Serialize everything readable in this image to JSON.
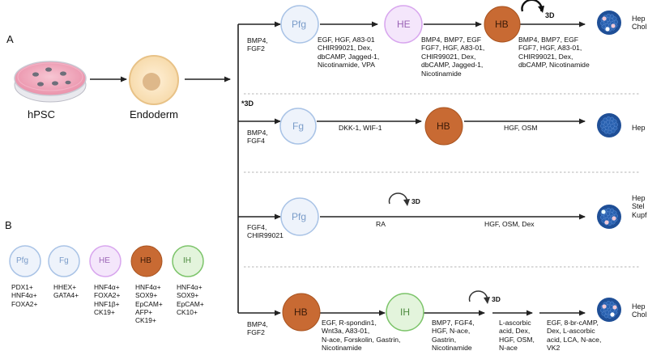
{
  "panels": {
    "a": "A",
    "b": "B"
  },
  "left": {
    "hpsc": "hPSC",
    "endoderm": "Endoderm"
  },
  "star3d": "*3D",
  "three_d": "3D",
  "rows": [
    {
      "start_factors": [
        "BMP4,",
        "FGF2"
      ],
      "nodes": [
        "Pfg",
        "HE",
        "HB"
      ],
      "f1": [
        "EGF, HGF, A83-01",
        "CHIR99021, Dex,",
        "dbCAMP, Jagged-1,",
        "Nicotinamide, VPA"
      ],
      "f2": [
        "BMP4, BMP7, EGF",
        "FGF7, HGF, A83-01,",
        "CHIR99021, Dex,",
        "dbCAMP, Jagged-1,",
        "Nicotinamide"
      ],
      "f3": [
        "BMP4, BMP7, EGF",
        "FGF7, HGF, A83-01,",
        "CHIR99021, Dex,",
        "dbCAMP, Nicotinamide"
      ],
      "end": [
        "Hep",
        "Chol"
      ]
    },
    {
      "start_factors": [
        "BMP4,",
        "FGF4"
      ],
      "nodes": [
        "Fg",
        "HB"
      ],
      "f1": "DKK-1, WIF-1",
      "f2": "HGF, OSM",
      "end": [
        "Hep"
      ]
    },
    {
      "start_factors": [
        "FGF4,",
        "CHIR99021"
      ],
      "nodes": [
        "Pfg"
      ],
      "f1": "RA",
      "f2": "HGF, OSM, Dex",
      "end": [
        "Hep",
        "Stel",
        "Kupf"
      ]
    },
    {
      "start_factors": [
        "BMP4,",
        "FGF2"
      ],
      "nodes": [
        "HB",
        "IH"
      ],
      "f1": [
        "EGF, R-spondin1,",
        "Wnt3a, A83-01,",
        "N-ace, Forskolin, Gastrin,",
        "Nicotinamide"
      ],
      "f2": [
        "BMP7, FGF4,",
        "HGF, N-ace,",
        "Gastrin,",
        "Nicotinamide"
      ],
      "f3": [
        "L-ascorbic",
        "acid, Dex,",
        "HGF, OSM,",
        "N-ace"
      ],
      "f4": [
        "EGF, 8-br-cAMP,",
        "Dex, L-ascorbic",
        "acid, LCA, N-ace,",
        "VK2"
      ],
      "end": [
        "Hep",
        "Chol"
      ]
    }
  ],
  "legend": [
    {
      "name": "Pfg",
      "markers": [
        "PDX1+",
        "HNF4α+",
        "FOXA2+"
      ]
    },
    {
      "name": "Fg",
      "markers": [
        "HHEX+",
        "GATA4+"
      ]
    },
    {
      "name": "HE",
      "markers": [
        "HNF4α+",
        "FOXA2+",
        "HNF1β+",
        "CK19+"
      ]
    },
    {
      "name": "HB",
      "markers": [
        "HNF4α+",
        "SOX9+",
        "EpCAM+",
        "AFP+",
        "CK19+"
      ]
    },
    {
      "name": "IH",
      "markers": [
        "HNF4α+",
        "SOX9+",
        "EpCAM+",
        "CK10+"
      ]
    }
  ],
  "colors": {
    "pfg_fill": "#eef3fb",
    "pfg_stroke": "#a9c3e6",
    "he_fill": "#f4e6fb",
    "he_stroke": "#d8a6ee",
    "hb_fill": "#c86a33",
    "ih_fill": "#e3f4dc",
    "ih_stroke": "#7cc46a",
    "organoid": "#2a62b0"
  }
}
